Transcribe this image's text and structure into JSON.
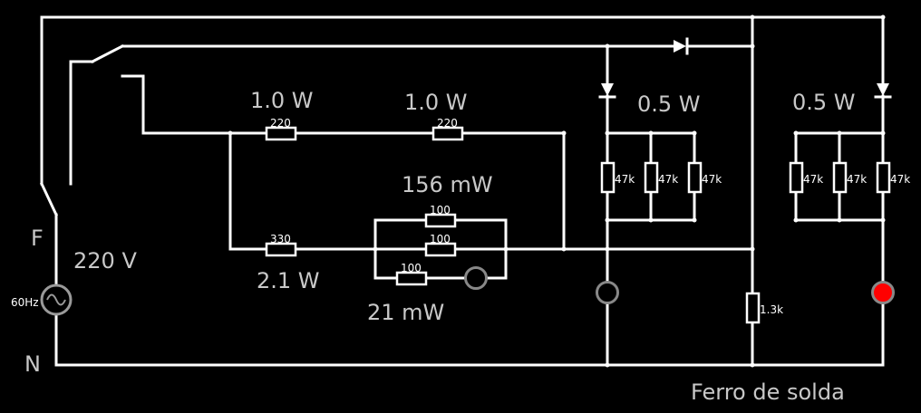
{
  "labels": {
    "phase": "F",
    "neutral": "N",
    "voltage": "220 V",
    "frequency": "60Hz",
    "p_top1": "1.0 W",
    "p_top2": "1.0 W",
    "p_mid": "156 mW",
    "p_left": "2.1 W",
    "p_low": "21 mW",
    "p_right1": "0.5 W",
    "p_right2": "0.5 W",
    "caption": "Ferro de solda"
  },
  "resistors": {
    "r1": "220",
    "r2": "220",
    "r3": "330",
    "r4": "100",
    "r5": "100",
    "r6": "100",
    "rA1": "47k",
    "rA2": "47k",
    "rA3": "47k",
    "rB1": "47k",
    "rB2": "47k",
    "rB3": "47k",
    "rC": "1.3k"
  },
  "colors": {
    "wire": "#ffffff",
    "lamp_off": "#808080",
    "lamp_on": "#ff0000",
    "label": "#c8c8c8"
  }
}
